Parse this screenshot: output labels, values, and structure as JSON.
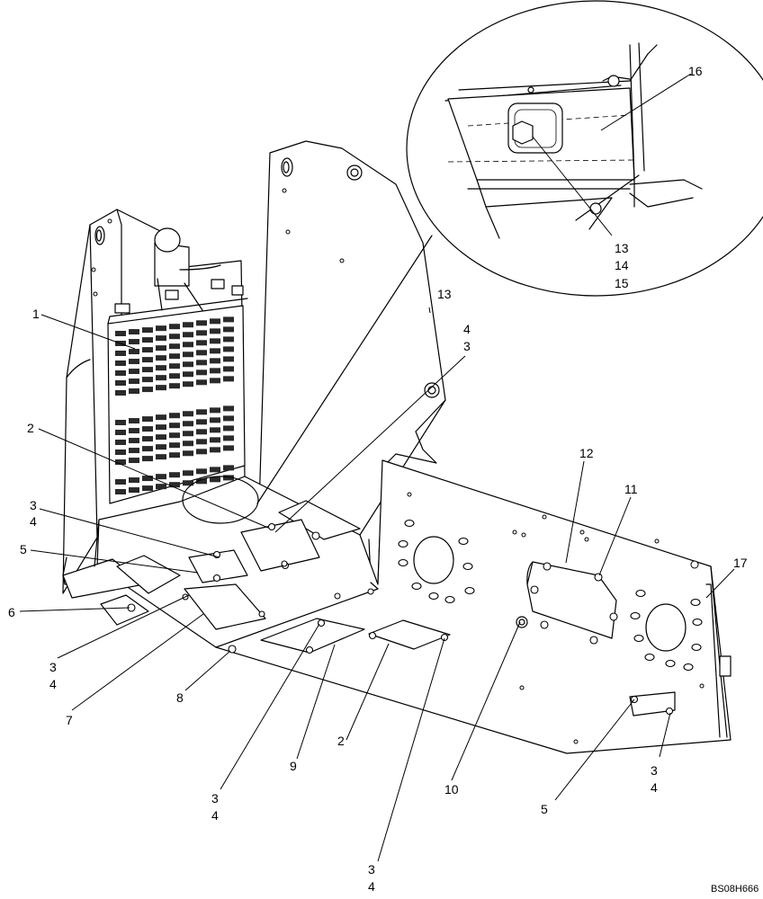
{
  "figure_code": "BS08H666",
  "callouts": [
    {
      "id": "c1",
      "text": "1"
    },
    {
      "id": "c2a",
      "text": "2"
    },
    {
      "id": "c3a",
      "text": "3"
    },
    {
      "id": "c4a",
      "text": "4"
    },
    {
      "id": "c5a",
      "text": "5"
    },
    {
      "id": "c6",
      "text": "6"
    },
    {
      "id": "c3b",
      "text": "3"
    },
    {
      "id": "c4b",
      "text": "4"
    },
    {
      "id": "c7",
      "text": "7"
    },
    {
      "id": "c8",
      "text": "8"
    },
    {
      "id": "c3c",
      "text": "3"
    },
    {
      "id": "c4c",
      "text": "4"
    },
    {
      "id": "c9",
      "text": "9"
    },
    {
      "id": "c2b",
      "text": "2"
    },
    {
      "id": "c3d",
      "text": "3"
    },
    {
      "id": "c4d",
      "text": "4"
    },
    {
      "id": "c10",
      "text": "10"
    },
    {
      "id": "c5b",
      "text": "5"
    },
    {
      "id": "c3e",
      "text": "3"
    },
    {
      "id": "c4e",
      "text": "4"
    },
    {
      "id": "c12",
      "text": "12"
    },
    {
      "id": "c11",
      "text": "11"
    },
    {
      "id": "c17",
      "text": "17"
    },
    {
      "id": "c4f",
      "text": "4"
    },
    {
      "id": "c3f",
      "text": "3"
    },
    {
      "id": "c13a",
      "text": "13"
    },
    {
      "id": "c16",
      "text": "16"
    },
    {
      "id": "c13b",
      "text": "13"
    },
    {
      "id": "c14",
      "text": "14"
    },
    {
      "id": "c15",
      "text": "15"
    }
  ]
}
